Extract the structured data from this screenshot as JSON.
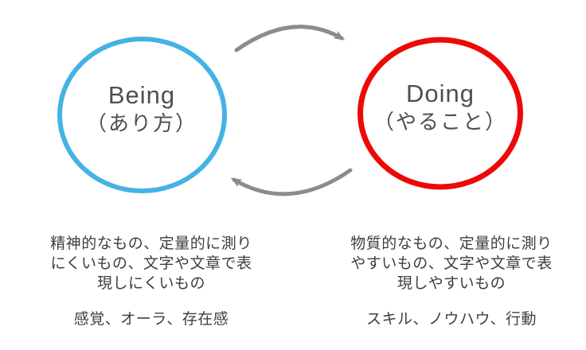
{
  "diagram": {
    "left_circle": {
      "title": "Being",
      "subtitle": "（あり方）",
      "stroke_color": "#44b2e5",
      "description_lines": [
        "精神的なもの、定量的に測り",
        "にくいもの、文字や文章で表",
        "現しにくいもの"
      ],
      "examples": "感覚、オーラ、存在感"
    },
    "right_circle": {
      "title": "Doing",
      "subtitle": "（やること）",
      "stroke_color": "#ee0909",
      "description_lines": [
        "物質的なもの、定量的に測り",
        "やすいもの、文字や文章で表",
        "現しやすいもの"
      ],
      "examples": "スキル、ノウハウ、行動"
    },
    "arrows": {
      "color": "#8c8c8c",
      "top_direction": "left-to-right",
      "bottom_direction": "right-to-left"
    },
    "text_color": "#3e3e3e"
  }
}
